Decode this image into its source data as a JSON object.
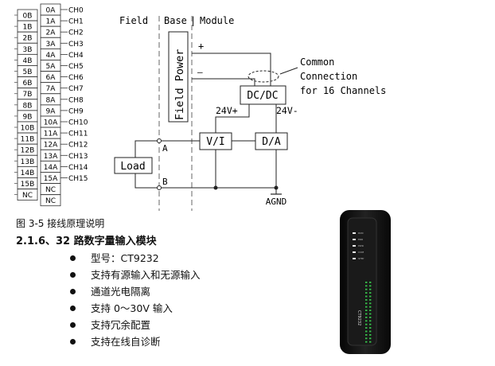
{
  "terminal_block": {
    "left_labels": [
      "0B",
      "1B",
      "2B",
      "3B",
      "4B",
      "5B",
      "6B",
      "7B",
      "8B",
      "9B",
      "10B",
      "11B",
      "12B",
      "13B",
      "14B",
      "15B",
      "NC"
    ],
    "right_labels": [
      "0A",
      "1A",
      "2A",
      "3A",
      "4A",
      "5A",
      "6A",
      "7A",
      "8A",
      "9A",
      "10A",
      "11A",
      "12A",
      "13A",
      "14A",
      "15A",
      "NC",
      "NC"
    ],
    "channels": [
      "CH0",
      "CH1",
      "CH2",
      "CH3",
      "CH4",
      "CH5",
      "CH6",
      "CH7",
      "CH8",
      "CH9",
      "CH10",
      "CH11",
      "CH12",
      "CH13",
      "CH14",
      "CH15"
    ]
  },
  "wiring": {
    "field_label": "Field",
    "base_label": "Base",
    "module_label": "Module",
    "field_power": "Field Power",
    "plus": "+",
    "minus": "—",
    "dcdc": "DC/DC",
    "v24_plus": "24V+",
    "v24_minus": "24V-",
    "vi": "V/I",
    "da": "D/A",
    "load": "Load",
    "terminal_a": "A",
    "terminal_b": "B",
    "agnd": "AGND",
    "common_line1": "Common",
    "common_line2": "Connection",
    "common_line3": "for 16 Channels"
  },
  "caption": "图 3-5  接线原理说明",
  "section_title": "2.1.6、32 路数字量输入模块",
  "features": [
    "型号：CT9232",
    "支持有源输入和无源输入",
    "通道光电隔离",
    "支持 0～30V 输入",
    "支持冗余配置",
    "支持在线自诊断"
  ],
  "device": {
    "model_label": "CT9232",
    "led_labels": [
      "RUN",
      "ERR",
      "PWR",
      "COM",
      "STBY"
    ],
    "colors": {
      "body": "#141414",
      "led_green": "#35c24a",
      "led_white": "#e8e8e8"
    }
  }
}
